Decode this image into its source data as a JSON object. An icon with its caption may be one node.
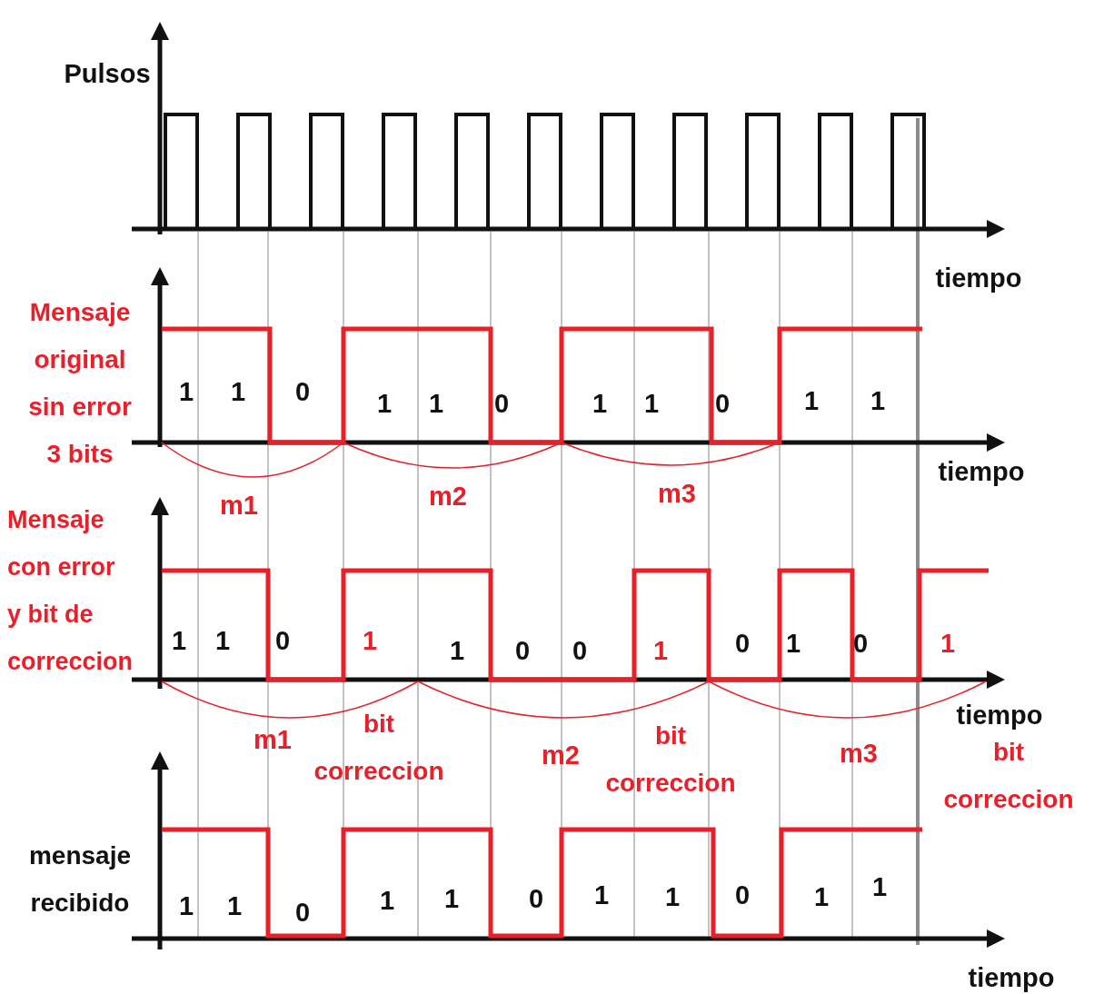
{
  "diagram": {
    "labels": [
      "Pulsos",
      "tiempo",
      "Mensaje original sin error 3 bits",
      "1",
      "1",
      "0",
      "1",
      "1",
      "0",
      "1",
      "1",
      "0",
      "1",
      "1",
      "tiempo",
      "m1",
      "m2",
      "m3",
      "Mensaje con error y bit de correccion",
      "1",
      "1",
      "0",
      "1",
      "1",
      "0",
      "0",
      "1",
      "0",
      "1",
      "0",
      "1",
      "tiempo",
      "m1",
      "bit correccion",
      "m2",
      "bit correccion",
      "m3",
      "bit correccion",
      "mensaje recibido",
      "1",
      "1",
      "0",
      "1",
      "1",
      "0",
      "1",
      "1",
      "0",
      "1",
      "1",
      "tiempo"
    ]
  }
}
